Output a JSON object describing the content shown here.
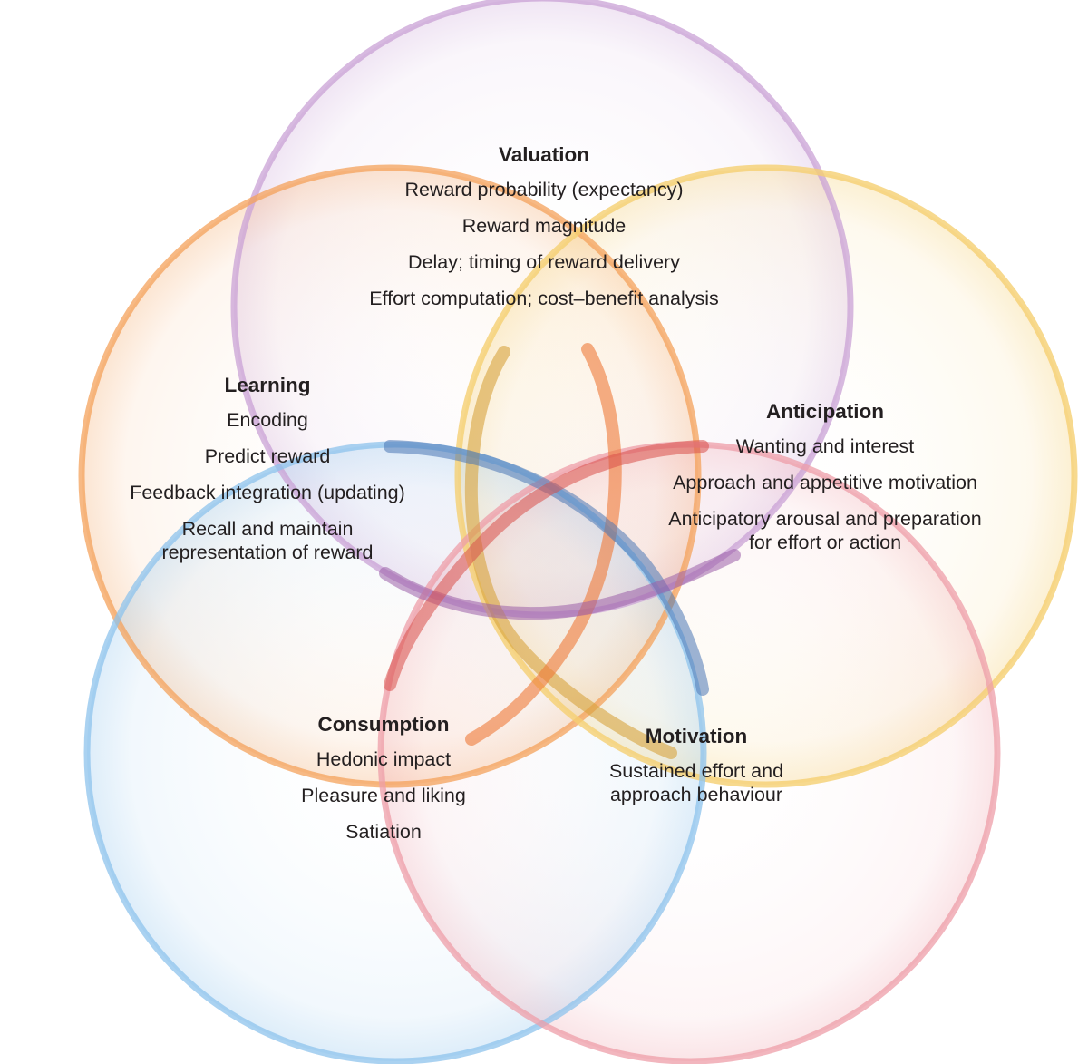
{
  "colors": {
    "valuation": "#c9a2d6",
    "learning": "#f4a15b",
    "anticipation": "#f5cf72",
    "consumption": "#8ec3ec",
    "motivation": "#ee9ea8",
    "arc_blue": "#4a76b4",
    "arc_purple": "#9b5fa8",
    "arc_red": "#d9504a",
    "arc_gold": "#d7a33e",
    "arc_orange": "#ef7a38",
    "text": "#231f20"
  },
  "domains": {
    "valuation": {
      "title": "Valuation",
      "items": [
        "Reward probability (expectancy)",
        "Reward magnitude",
        "Delay; timing of reward delivery",
        "Effort computation; cost–benefit analysis"
      ]
    },
    "learning": {
      "title": "Learning",
      "items": [
        "Encoding",
        "Predict reward",
        "Feedback integration (updating)",
        "Recall and maintain",
        "representation of reward"
      ]
    },
    "anticipation": {
      "title": "Anticipation",
      "items": [
        "Wanting and interest",
        "Approach and appetitive motivation",
        "Anticipatory arousal and preparation",
        "for effort or action"
      ]
    },
    "consumption": {
      "title": "Consumption",
      "items": [
        "Hedonic impact",
        "Pleasure and liking",
        "Satiation"
      ]
    },
    "motivation": {
      "title": "Motivation",
      "items": [
        "Sustained effort and",
        "approach behaviour"
      ]
    }
  }
}
